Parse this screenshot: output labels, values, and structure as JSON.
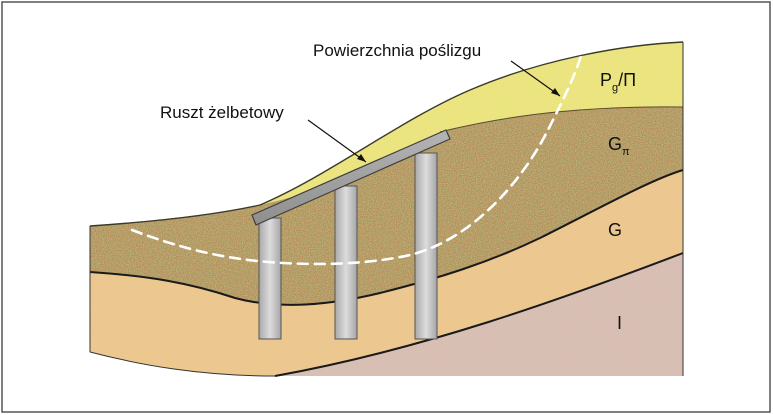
{
  "labels": {
    "slip_surface": "Powierzchnia poślizgu",
    "rc_grid": "Ruszt żelbetowy"
  },
  "layers": {
    "top": {
      "main": "P",
      "sub": "g",
      "rest": "/Π"
    },
    "upper_clay": {
      "main": "G",
      "sub": "π"
    },
    "clay": {
      "main": "G"
    },
    "bottom": {
      "main": "I"
    }
  },
  "colors": {
    "frame": "#555555",
    "layer_top": "#ece77e",
    "layer_upper_clay": "#b88b55",
    "layer_clay": "#ebc98a",
    "layer_bottom": "#d8bdb0",
    "piles": "#c4c4c4",
    "slip_line": "#ffffff"
  }
}
